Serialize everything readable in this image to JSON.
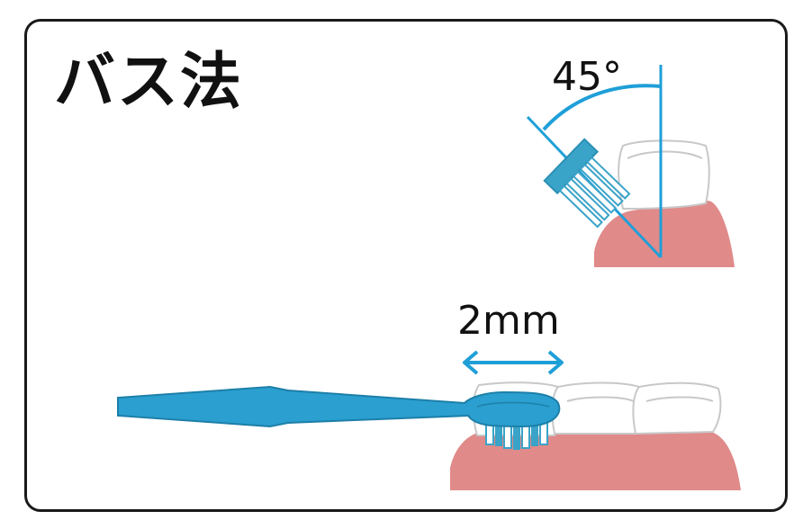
{
  "title": "バス法",
  "angle_label": "45°",
  "distance_label": "2mm",
  "colors": {
    "accent": "#1f9fd8",
    "gum": "#e08a8a",
    "brush": "#2a9fd0",
    "bristle_head": "#3aa3c8",
    "frame": "#1a1a1a"
  }
}
